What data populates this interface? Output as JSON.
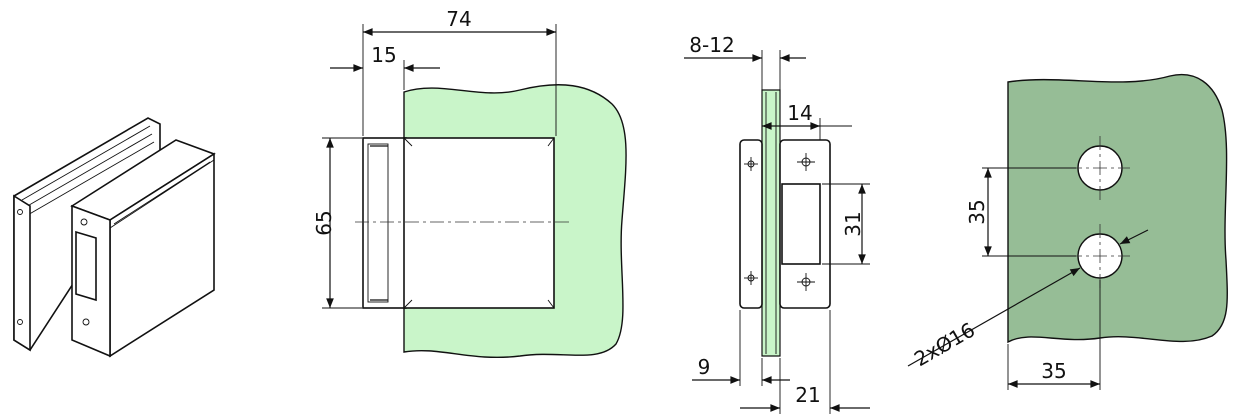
{
  "colors": {
    "glass_light": "#c9f5c9",
    "glass_dark": "#96bd96",
    "line": "#111111"
  },
  "dimensions": {
    "overall_length": "74",
    "overlap": "15",
    "height": "65",
    "glass_thickness": "8-12",
    "depth_14": "14",
    "slot_height": "31",
    "left_depth": "9",
    "total_depth": "21",
    "hole_spacing_v": "35",
    "hole_diameter": "2xØ16",
    "hole_offset_h": "35"
  }
}
